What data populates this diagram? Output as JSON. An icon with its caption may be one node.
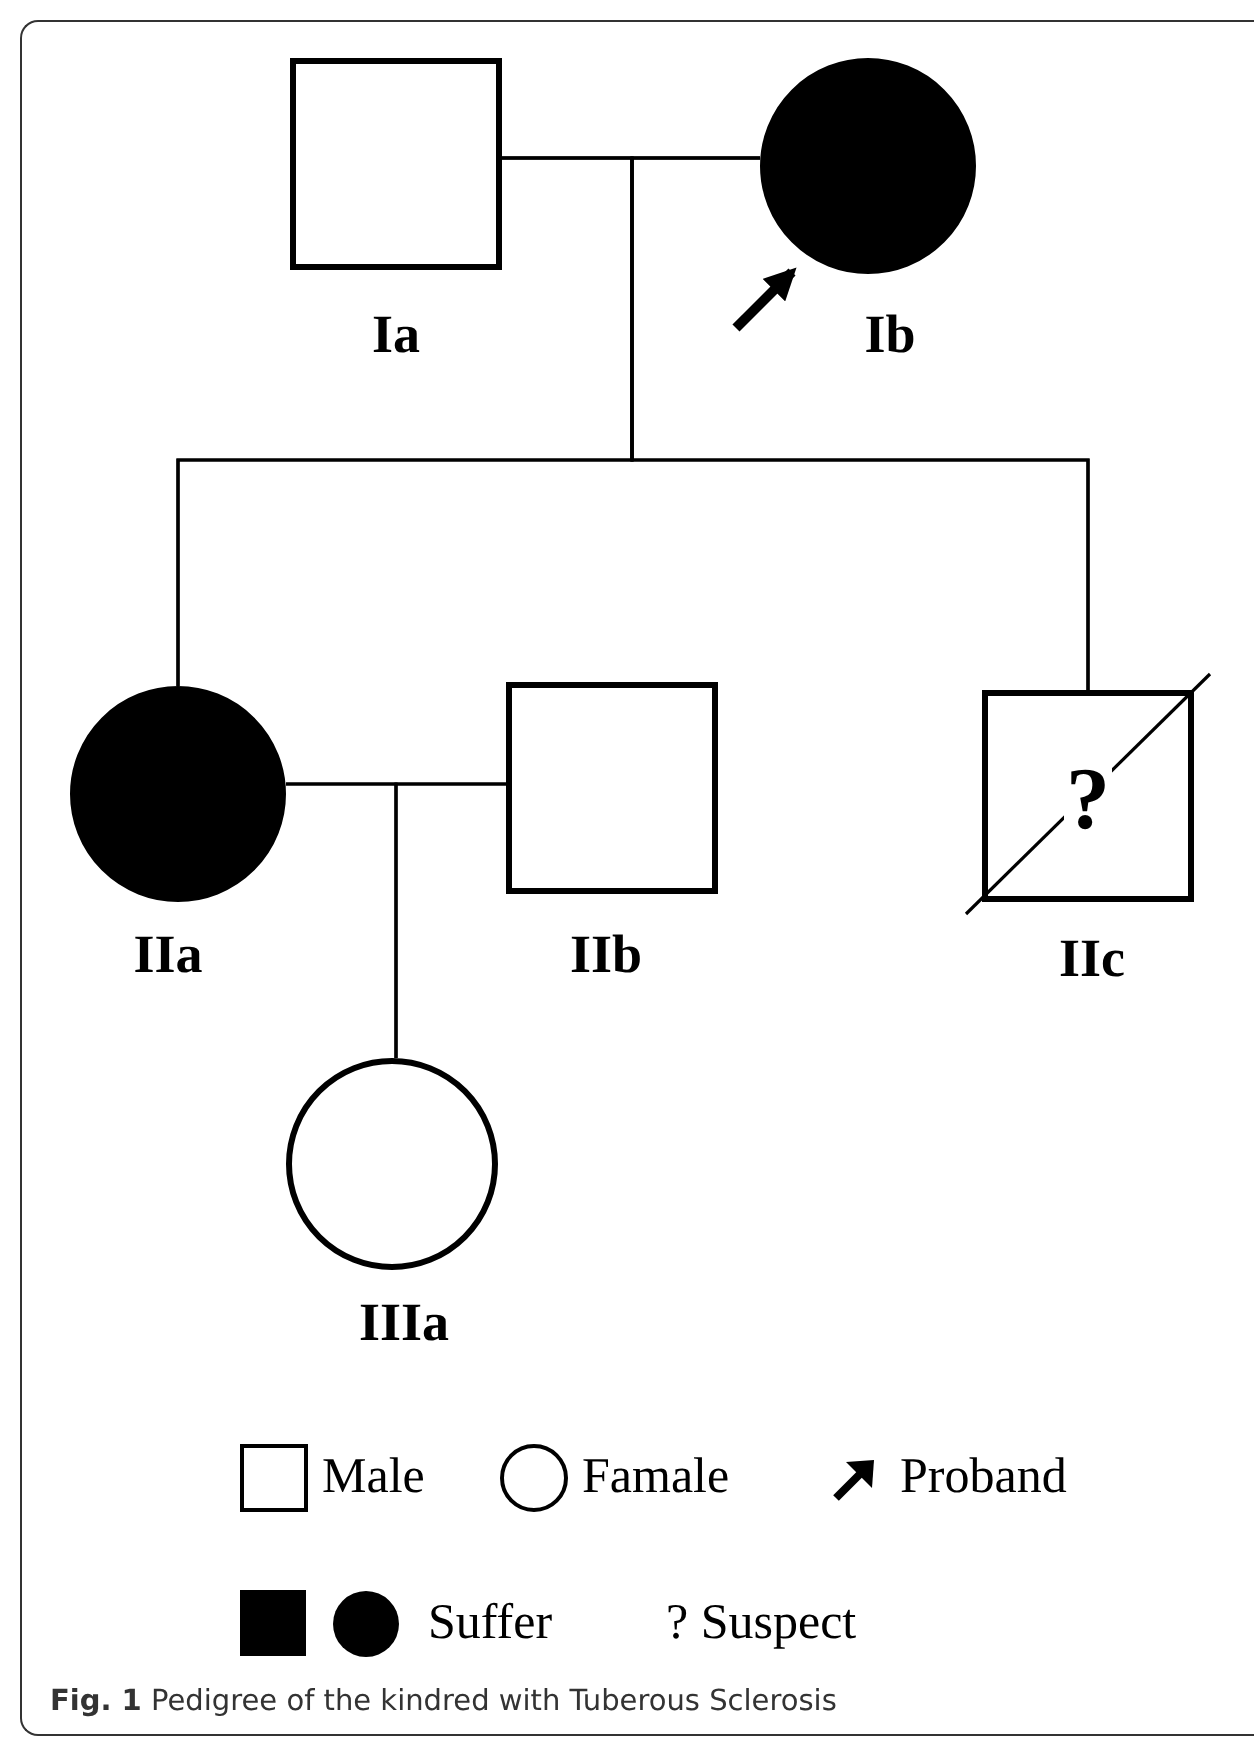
{
  "diagram": {
    "caption": "**Fig. 1** Pedigree of the kindred with Tuberous Sclerosis",
    "nodes": [
      {
        "text": [],
        "shape": "box",
        "beside": [
          "Ia"
        ]
      },
      {
        "text": [],
        "shape": "disc",
        "beside": [
          "Ib"
        ]
      },
      {
        "text": [],
        "shape": "disc",
        "beside": [
          "IIa"
        ]
      },
      {
        "text": [],
        "shape": "box",
        "beside": [
          "IIb"
        ]
      },
      {
        "text": [
          "?"
        ],
        "beside": [
          "IIc"
        ]
      },
      {
        "text": [],
        "shape": "circle",
        "beside": [
          "IIIa"
        ]
      }
    ],
    "edges": [
      {
        "from": 0,
        "to": 1,
        "arrow": "none"
      },
      {
        "from": 0,
        "to": 2,
        "arrow": "none"
      },
      {
        "from": 1,
        "to": 2,
        "arrow": "none"
      },
      {
        "from": 0,
        "to": 4,
        "arrow": "none"
      },
      {
        "from": 1,
        "to": 4,
        "arrow": "none"
      },
      {
        "from": 2,
        "to": 3,
        "arrow": "none"
      },
      {
        "from": 2,
        "to": 5,
        "arrow": "none"
      },
      {
        "from": 3,
        "to": 5,
        "arrow": "none"
      },
      {
        "from": null,
        "to": 1,
        "arrow": "to",
        "style": "thick"
      }
    ],
    "legend": [
      {
        "text": "Male"
      },
      {
        "text": "Famale"
      },
      {
        "text": "Proband"
      },
      {
        "text": "Suffer"
      },
      {
        "text": "? Suspect"
      }
    ]
  }
}
